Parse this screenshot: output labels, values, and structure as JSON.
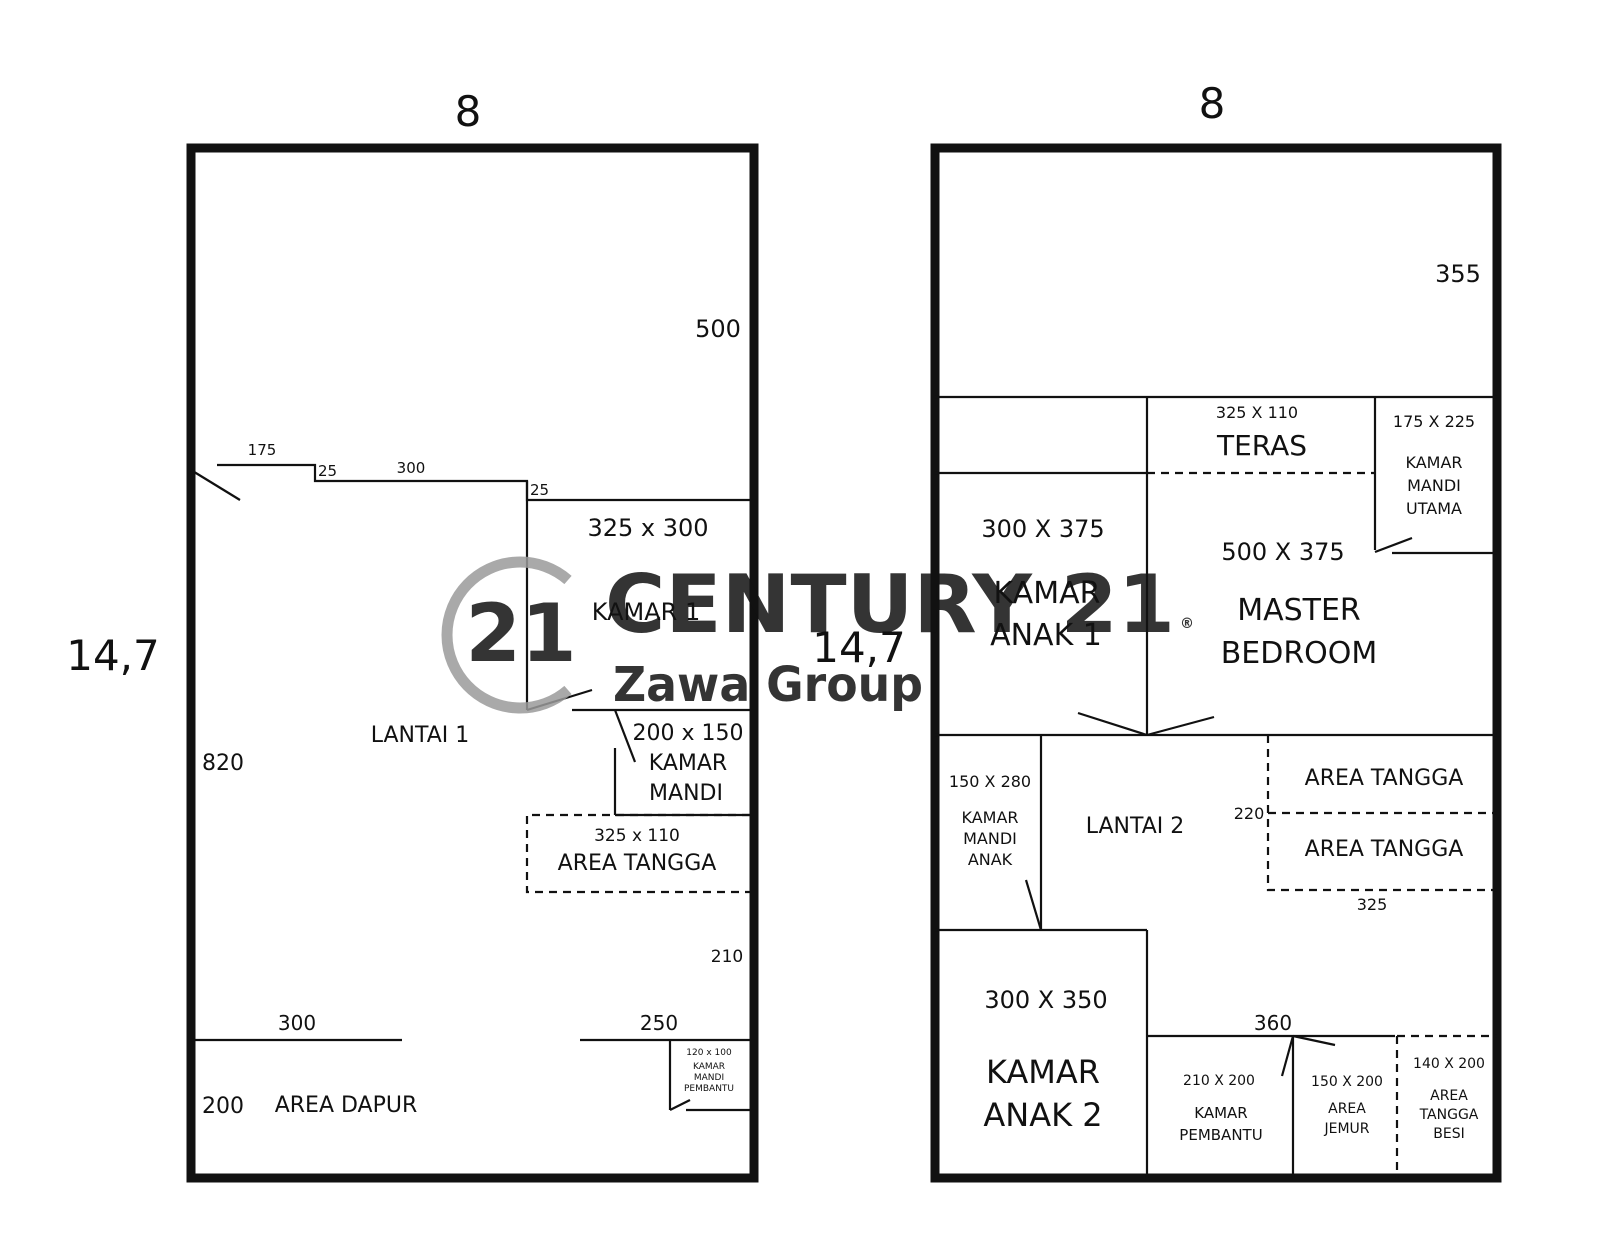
{
  "plan1": {
    "width_label": "8",
    "length_label": "14,7",
    "dim_500": "500",
    "dim_175": "175",
    "dim_25a": "25",
    "dim_300a": "300",
    "dim_25b": "25",
    "dim_820": "820",
    "dim_210": "210",
    "dim_300b": "300",
    "dim_250": "250",
    "dim_200": "200",
    "kamar1_size": "325 x 300",
    "kamar1_name": "KAMAR 1",
    "lantai": "LANTAI 1",
    "km_size": "200 x 150",
    "km_name1": "KAMAR",
    "km_name2": "MANDI",
    "tangga_size": "325 x 110",
    "tangga_name": "AREA TANGGA",
    "dapur_name": "AREA DAPUR",
    "kmp_size": "120 x 100",
    "kmp_name1": "KAMAR",
    "kmp_name2": "MANDI",
    "kmp_name3": "PEMBANTU"
  },
  "plan2": {
    "width_label": "8",
    "length_label": "14,7",
    "dim_355": "355",
    "dim_220": "220",
    "dim_325": "325",
    "dim_360": "360",
    "teras_size": "325 X 110",
    "teras_name": "TERAS",
    "kmu_size": "175 X 225",
    "kmu_name1": "KAMAR",
    "kmu_name2": "MANDI",
    "kmu_name3": "UTAMA",
    "ka1_size": "300 X 375",
    "ka1_name1": "KAMAR",
    "ka1_name2": "ANAK 1",
    "mb_size": "500 X 375",
    "mb_name1": "MASTER",
    "mb_name2": "BEDROOM",
    "kma_size": "150 X 280",
    "kma_name1": "KAMAR",
    "kma_name2": "MANDI",
    "kma_name3": "ANAK",
    "lantai": "LANTAI 2",
    "tangga1_name": "AREA TANGGA",
    "tangga2_name": "AREA TANGGA",
    "ka2_size": "300 X 350",
    "ka2_name1": "KAMAR",
    "ka2_name2": "ANAK 2",
    "kp_size": "210 X 200",
    "kp_name1": "KAMAR",
    "kp_name2": "PEMBANTU",
    "aj_size": "150 X 200",
    "aj_name1": "AREA",
    "aj_name2": "JEMUR",
    "atb_size": "140 X 200",
    "atb_name1": "AREA",
    "atb_name2": "TANGGA",
    "atb_name3": "BESI"
  },
  "watermark": {
    "logo_number": "21",
    "brand": "CENTURY 21",
    "registered": "®",
    "sub": "Zawa Group",
    "color": "#9a9a9a"
  }
}
